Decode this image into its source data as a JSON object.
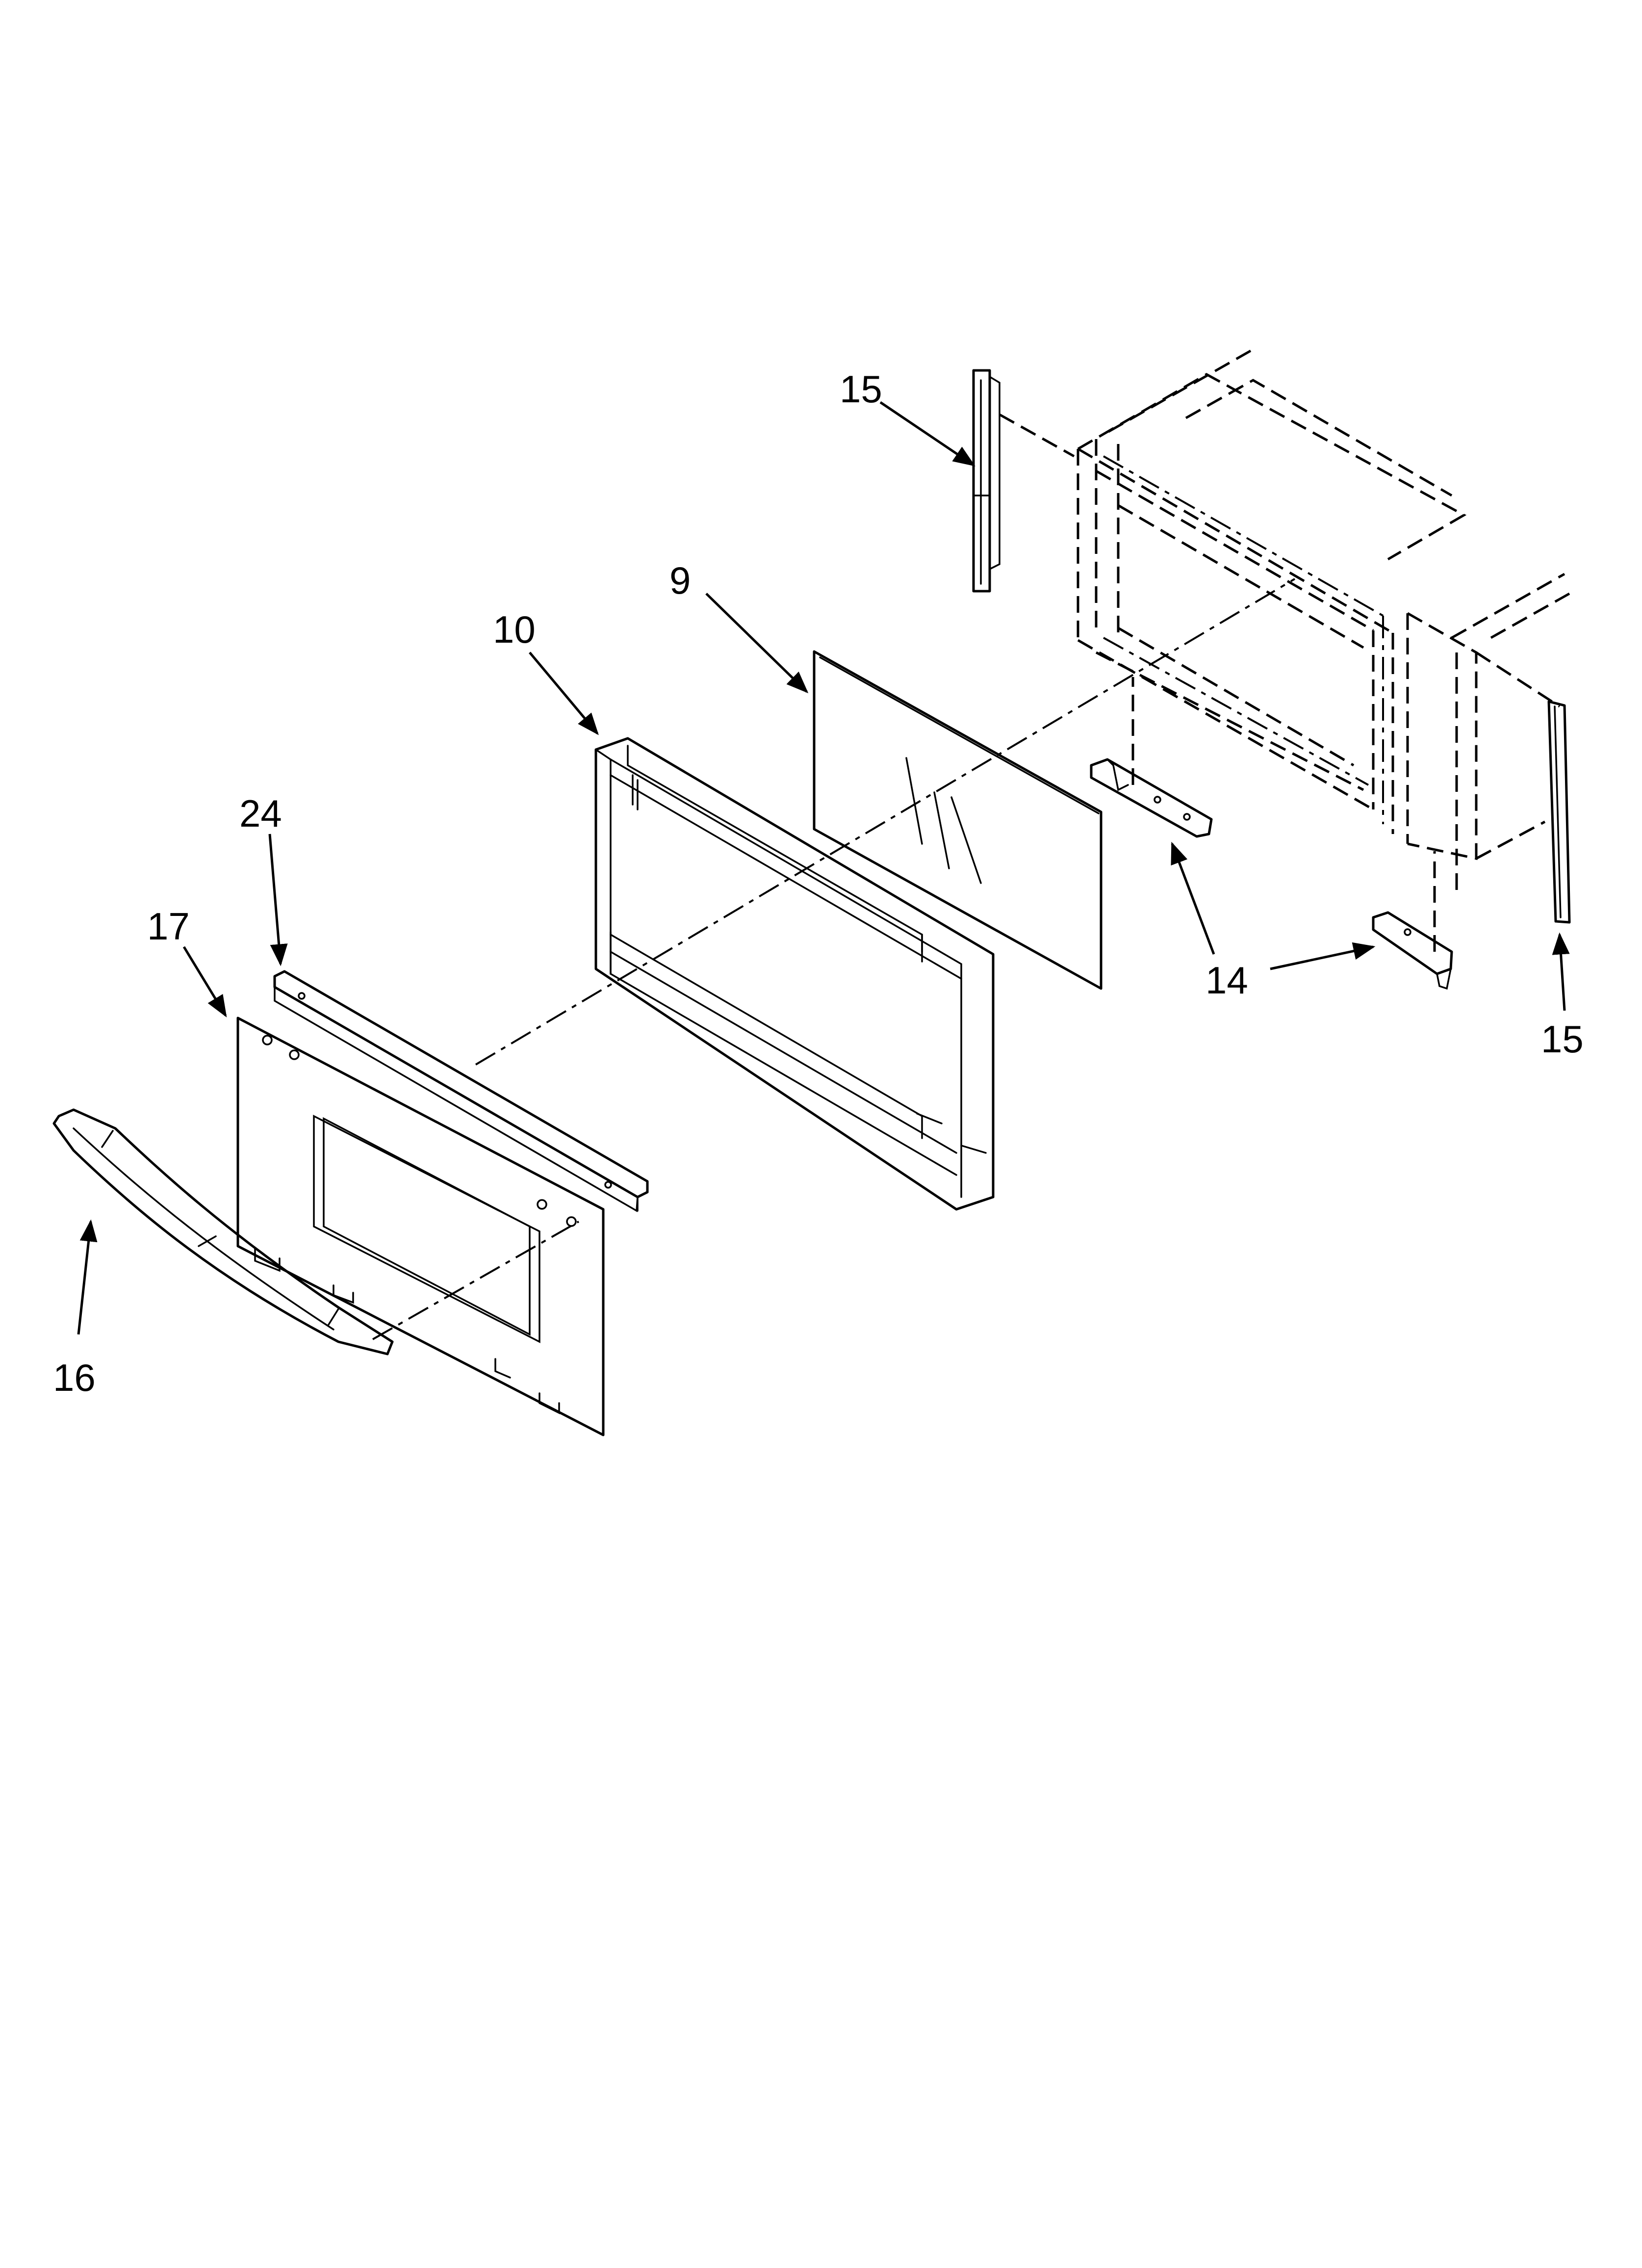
{
  "callouts": {
    "c15_top": "15",
    "c9": "9",
    "c10": "10",
    "c24": "24",
    "c17": "17",
    "c14": "14",
    "c15_right": "15",
    "c16": "16"
  },
  "colors": {
    "line": "#000000",
    "background": "#ffffff"
  }
}
